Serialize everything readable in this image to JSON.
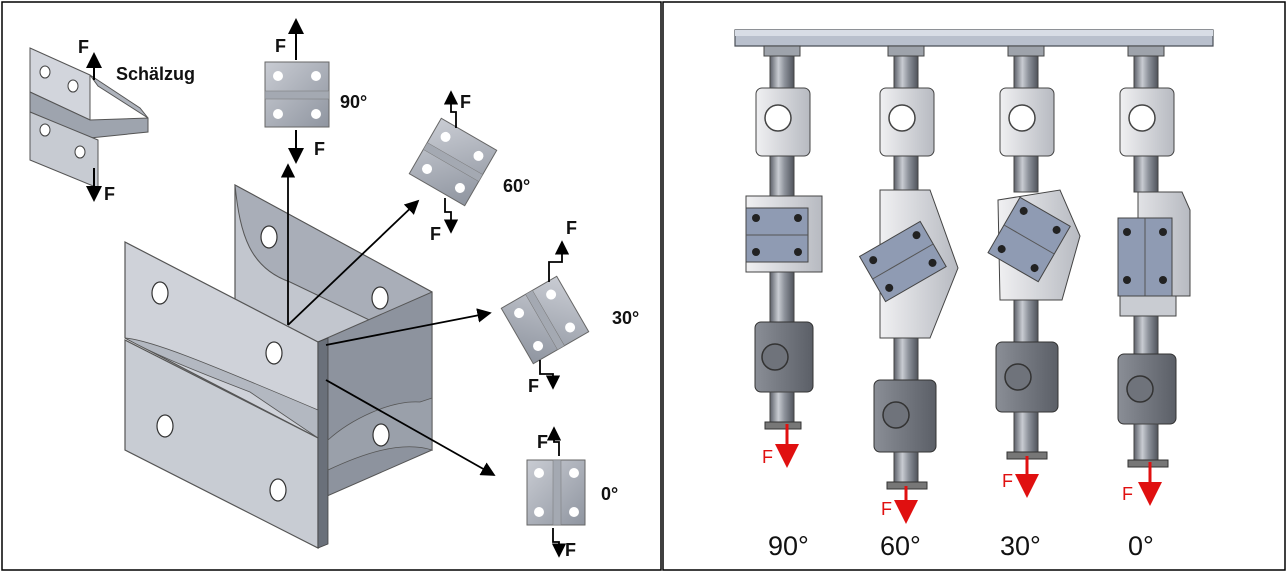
{
  "left_panel": {
    "peel_label": "Schälzug",
    "force_label": "F",
    "angles": [
      "90°",
      "60°",
      "30°",
      "0°"
    ]
  },
  "right_panel": {
    "force_label": "F",
    "angles": [
      "90°",
      "60°",
      "30°",
      "0°"
    ]
  },
  "colors": {
    "metal_light": "#c4c8d0",
    "metal_mid": "#9aa0ab",
    "metal_dark": "#5f6570",
    "clamp_blue": "#8f9bb3",
    "force_red": "#e01010"
  }
}
